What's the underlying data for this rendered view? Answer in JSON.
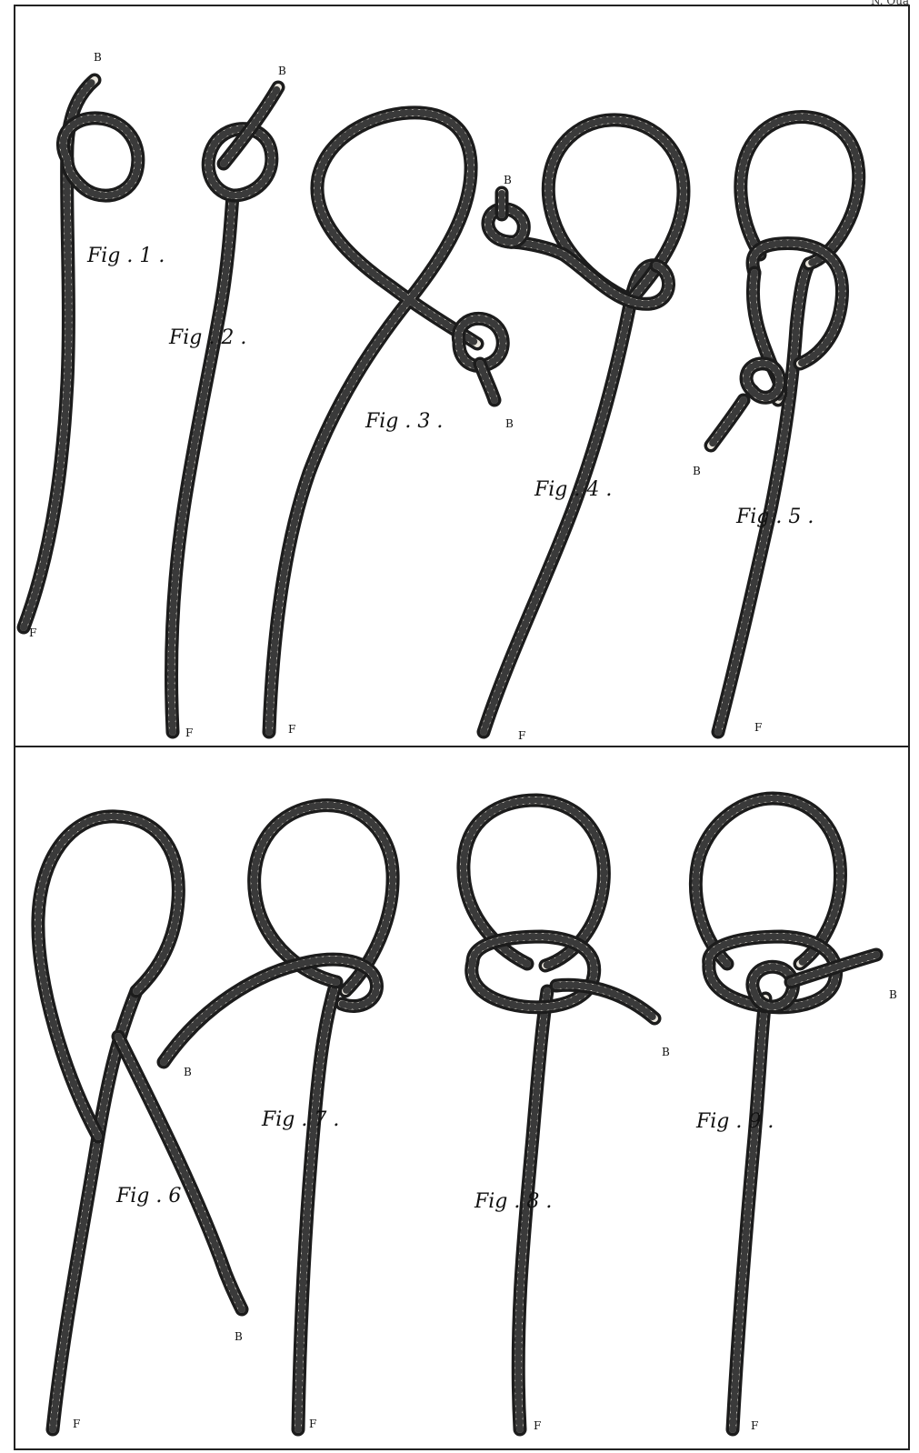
{
  "plate": {
    "corner_note": "N. Qua",
    "colors": {
      "paper": "#ffffff",
      "ink": "#1c1c1c",
      "rope_fill": "#e9e5dc"
    }
  },
  "figures": [
    {
      "label": "Fig . 1 .",
      "standing_end": "F",
      "bitter_end": "B"
    },
    {
      "label": "Fig .   2 .",
      "standing_end": "F",
      "bitter_end": "B"
    },
    {
      "label": "Fig . 3 .",
      "standing_end": "F",
      "bitter_end": "B"
    },
    {
      "label": "Fig .   4 .",
      "standing_end": "F",
      "bitter_end": "B"
    },
    {
      "label": "Fig .   5 .",
      "standing_end": "F",
      "bitter_end": "B"
    },
    {
      "label": "Fig . 6 .",
      "standing_end": "F",
      "bitter_end": "B"
    },
    {
      "label": "Fig .   7 .",
      "standing_end": "F",
      "bitter_end": "B"
    },
    {
      "label": "Fig .   8 .",
      "standing_end": "F",
      "bitter_end": "B"
    },
    {
      "label": "Fig .   9 .",
      "standing_end": "F",
      "bitter_end": "B"
    }
  ]
}
